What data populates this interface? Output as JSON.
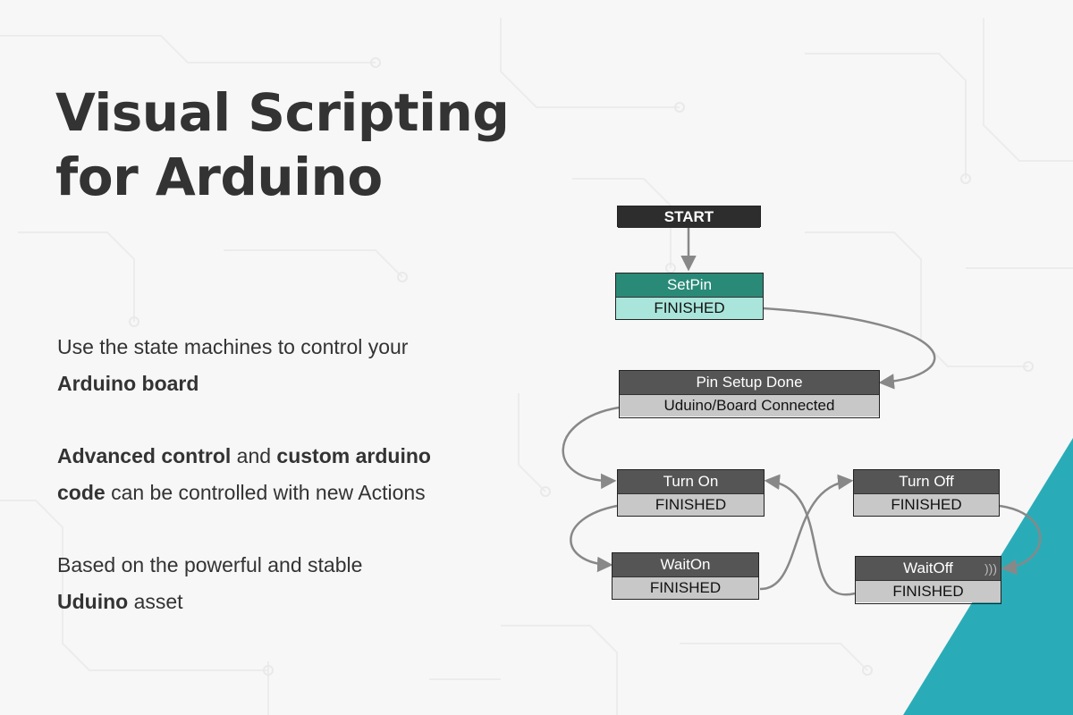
{
  "title": {
    "line1": "Visual Scripting",
    "line2": "for Arduino"
  },
  "paragraphs": {
    "p1": {
      "t1": "Use the state machines to control your",
      "b1": "Arduino board"
    },
    "p2": {
      "b1": "Advanced control",
      "t1": " and ",
      "b2": "custom arduino",
      "b3": "code",
      "t2": " can be controlled with new Actions"
    },
    "p3": {
      "t1": "Based on the powerful and stable",
      "b1": "Uduino",
      "t2": " asset"
    }
  },
  "diagram": {
    "start": {
      "label": "START"
    },
    "setpin": {
      "title": "SetPin",
      "transition": "FINISHED"
    },
    "pinsetup": {
      "title": "Pin Setup Done",
      "transition": "Uduino/Board Connected"
    },
    "turnon": {
      "title": "Turn On",
      "transition": "FINISHED"
    },
    "turnoff": {
      "title": "Turn Off",
      "transition": "FINISHED"
    },
    "waiton": {
      "title": "WaitOn",
      "transition": "FINISHED"
    },
    "waitoff": {
      "title": "WaitOff",
      "transition": "FINISHED"
    }
  },
  "colors": {
    "text": "#333333",
    "accent_teal": "#2aacb8",
    "node_header": "#555555",
    "node_transition": "#c8c8c8",
    "active_header": "#2a8a78",
    "active_transition": "#a9e5da",
    "start_header": "#2d2d2d",
    "arrow": "#888888"
  },
  "icons": {
    "flow": "flow-indicator-icon"
  }
}
